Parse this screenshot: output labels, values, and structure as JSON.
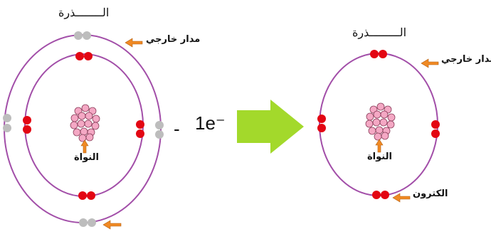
{
  "left_atom": {
    "title": "الــــــــذرة",
    "outer_orbit_label": "مدار خارجي",
    "nucleus_label": "النواة"
  },
  "middle": {
    "minus_sign": "-",
    "electron_text": "1e⁻"
  },
  "right_atom": {
    "title": "الـــــــــذرة",
    "outer_orbit_label": "مدار خارجي",
    "nucleus_label": "النواة",
    "electron_label": "الكترون"
  },
  "colors": {
    "orbit": "#a24ea8",
    "electron": "#e30613",
    "removed_electron": "#bdbdbd",
    "nucleus": "#f4a8c4",
    "arrow_small": "#f08a24",
    "arrow_big": "#a3d92b"
  }
}
